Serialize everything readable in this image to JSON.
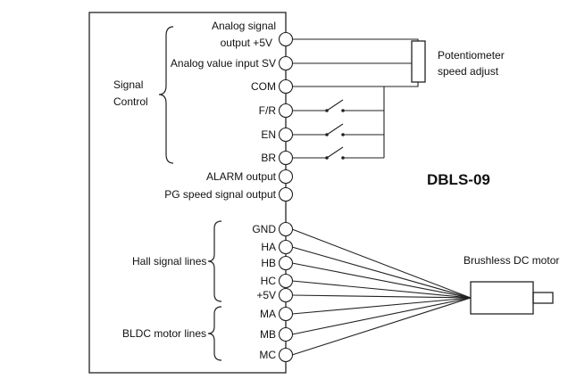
{
  "title": "DBLS-09",
  "labels": {
    "signal_control_1": "Signal",
    "signal_control_2": "Control",
    "hall_group": "Hall signal lines",
    "bldc_group": "BLDC motor lines",
    "potentiometer_1": "Potentiometer",
    "potentiometer_2": "speed adjust",
    "motor": "Brushless DC motor"
  },
  "terminals": {
    "analog_out_1": "Analog signal",
    "analog_out_2": "output +5V",
    "analog_in": "Analog value input SV",
    "com": "COM",
    "fr": "F/R",
    "en": "EN",
    "br": "BR",
    "alarm": "ALARM output",
    "pg": "PG speed signal output",
    "gnd": "GND",
    "ha": "HA",
    "hb": "HB",
    "hc": "HC",
    "plus5v": "+5V",
    "ma": "MA",
    "mb": "MB",
    "mc": "MC"
  }
}
